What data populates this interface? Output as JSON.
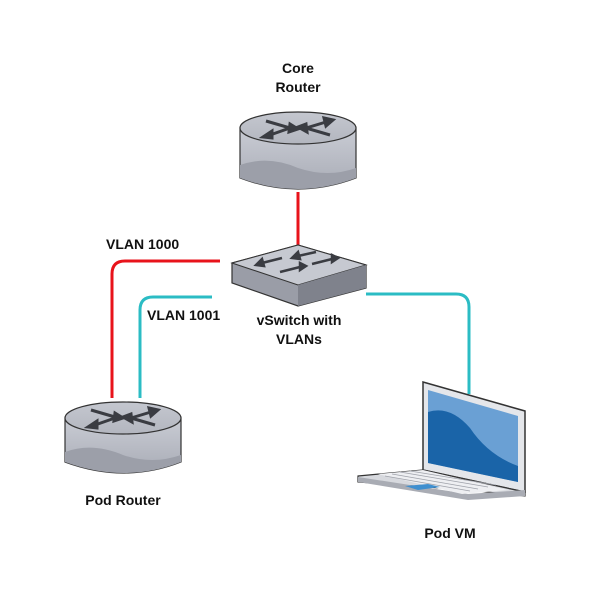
{
  "nodes": {
    "core_router": {
      "label_line1": "Core",
      "label_line2": "Router"
    },
    "vswitch": {
      "label_line1": "vSwitch with",
      "label_line2": "VLANs"
    },
    "pod_router": {
      "label": "Pod Router"
    },
    "pod_vm": {
      "label": "Pod VM"
    }
  },
  "links": {
    "vlan_a": {
      "label": "VLAN 1000",
      "color": "#e8131b"
    },
    "vlan_b": {
      "label": "VLAN 1001",
      "color": "#2bbcc4"
    },
    "uplink": {
      "color": "#e8131b"
    },
    "vm_link": {
      "color": "#2bbcc4"
    }
  },
  "colors": {
    "device_gray": "#b9bcc6",
    "device_dark": "#8e919c",
    "screen_blue": "#6aa0d4",
    "screen_dark": "#1a64a8"
  }
}
